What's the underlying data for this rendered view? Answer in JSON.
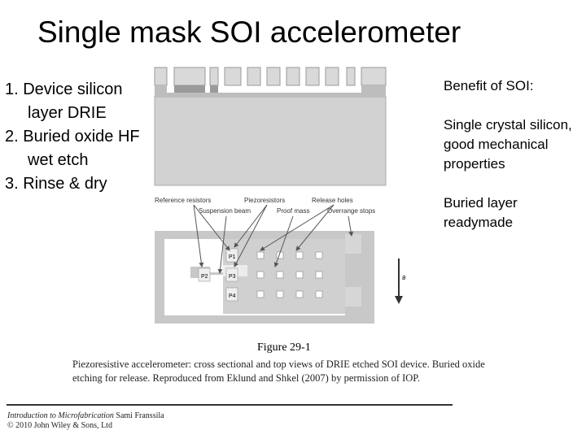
{
  "slide": {
    "title": "Single mask SOI accelerometer",
    "steps": [
      "1. Device silicon layer DRIE",
      "2. Buried oxide HF wet etch",
      "3. Rinse & dry"
    ],
    "benefits": [
      "Benefit of SOI:",
      "Single crystal silicon, good mechanical properties",
      "Buried layer readymade"
    ]
  },
  "figure": {
    "labels": {
      "reference_resistors": "Reference resistors",
      "piezoresistors": "Piezoresistors",
      "release_holes": "Release holes",
      "suspension_beam": "Suspension beam",
      "proof_mass": "Proof mass",
      "overrange_stops": "Overrange stops",
      "p1": "P1",
      "p2": "P2",
      "p3": "P3",
      "p4": "P4",
      "axis": "a"
    },
    "number": "Figure 29-1",
    "caption": "Piezoresistive accelerometer: cross sectional and top views of DRIE etched SOI device. Buried oxide etching for release. Reproduced from Eklund and Shkel (2007) by permission of IOP."
  },
  "footer": {
    "book_title": "Introduction to Microfabrication",
    "author": "Sami Franssila",
    "copyright": "© 2010 John Wiley & Sons, Ltd"
  }
}
